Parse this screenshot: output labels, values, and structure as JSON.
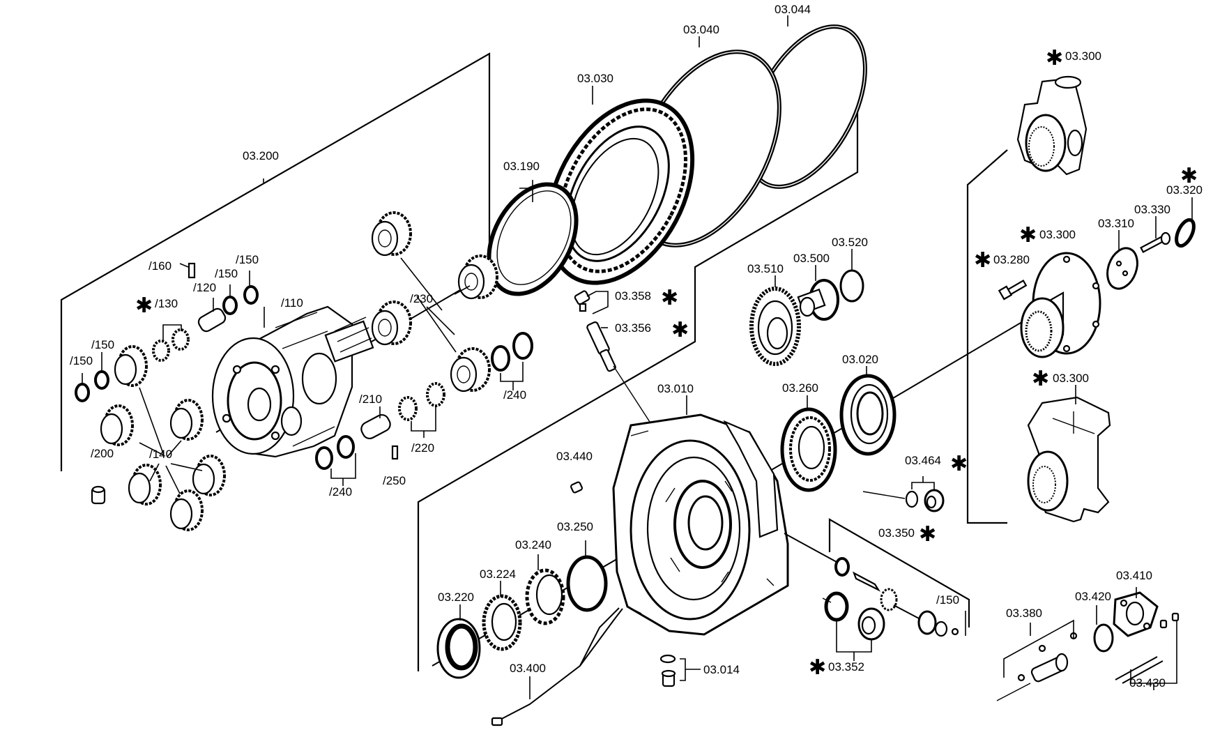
{
  "labels": {
    "l_03_200": "03.200",
    "l_03_190": "03.190",
    "l_03_030": "03.030",
    "l_03_040": "03.040",
    "l_03_044": "03.044",
    "l_03_300_top": "03.300",
    "l_03_320": "03.320",
    "l_03_330": "03.330",
    "l_03_310": "03.310",
    "l_03_300_mid": "03.300",
    "l_03_280": "03.280",
    "l_03_300_low": "03.300",
    "l_03_520": "03.520",
    "l_03_500": "03.500",
    "l_03_510": "03.510",
    "l_03_358": "03.358",
    "l_03_356": "03.356",
    "l_03_020": "03.020",
    "l_03_260": "03.260",
    "l_03_010": "03.010",
    "l_03_464": "03.464",
    "l_03_440": "03.440",
    "l_03_350": "03.350",
    "l_03_250": "03.250",
    "l_03_240": "03.240",
    "l_03_224": "03.224",
    "l_03_220": "03.220",
    "l_03_400": "03.400",
    "l_03_014": "03.014",
    "l_03_352": "03.352",
    "l_03_410": "03.410",
    "l_03_420": "03.420",
    "l_03_380": "03.380",
    "l_03_430": "03.430",
    "l_s160": "/160",
    "l_s150_a": "/150",
    "l_s150_b": "/150",
    "l_s120": "/120",
    "l_s130": "/130",
    "l_s110": "/110",
    "l_s150_c": "/150",
    "l_s150_d": "/150",
    "l_s230": "/230",
    "l_s240_r": "/240",
    "l_s210": "/210",
    "l_s220": "/220",
    "l_s240_l": "/240",
    "l_s250": "/250",
    "l_s200": "/200",
    "l_s140": "/140",
    "l_s150_e": "/150"
  },
  "star_symbol": "✱"
}
